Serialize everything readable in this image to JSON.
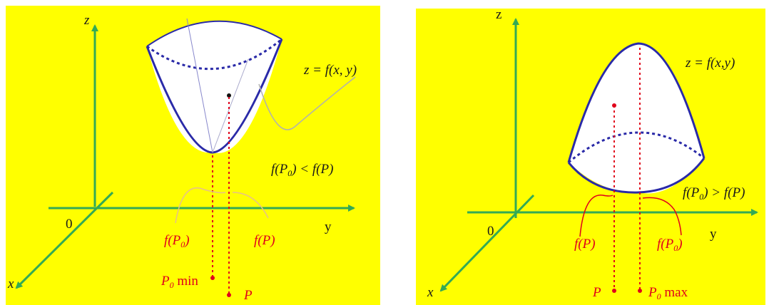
{
  "colors": {
    "background": "#ffff00",
    "axis": "#33aa55",
    "surface_edge": "#2a2aa8",
    "red": "#e0001b",
    "surface_fill": "#ffffff"
  },
  "left_panel": {
    "axis_labels": {
      "z": "z",
      "y": "y",
      "x": "x",
      "origin": "0"
    },
    "surface_label": "z = f(x, y)",
    "inequality": {
      "a": "f(P",
      "sub": "0",
      "b": ") < f(P)"
    },
    "fp0_label": {
      "a": "f(P",
      "sub": "0",
      "b": ")"
    },
    "fp_label": "f(P)",
    "p0_label": {
      "a": "P",
      "sub": "0",
      "b": " min"
    },
    "p_label": "P"
  },
  "right_panel": {
    "axis_labels": {
      "z": "z",
      "y": "y",
      "x": "x",
      "origin": "0"
    },
    "surface_label": "z = f(x,y)",
    "inequality": {
      "a": "f(P",
      "sub": "0",
      "b": ") > f(P)"
    },
    "fp_label": "f(P)",
    "fp0_label": {
      "a": "f(P",
      "sub": "0",
      "b": ")"
    },
    "p_label": "P",
    "p0_label": {
      "a": "P",
      "sub": "0",
      "b": " max"
    }
  }
}
